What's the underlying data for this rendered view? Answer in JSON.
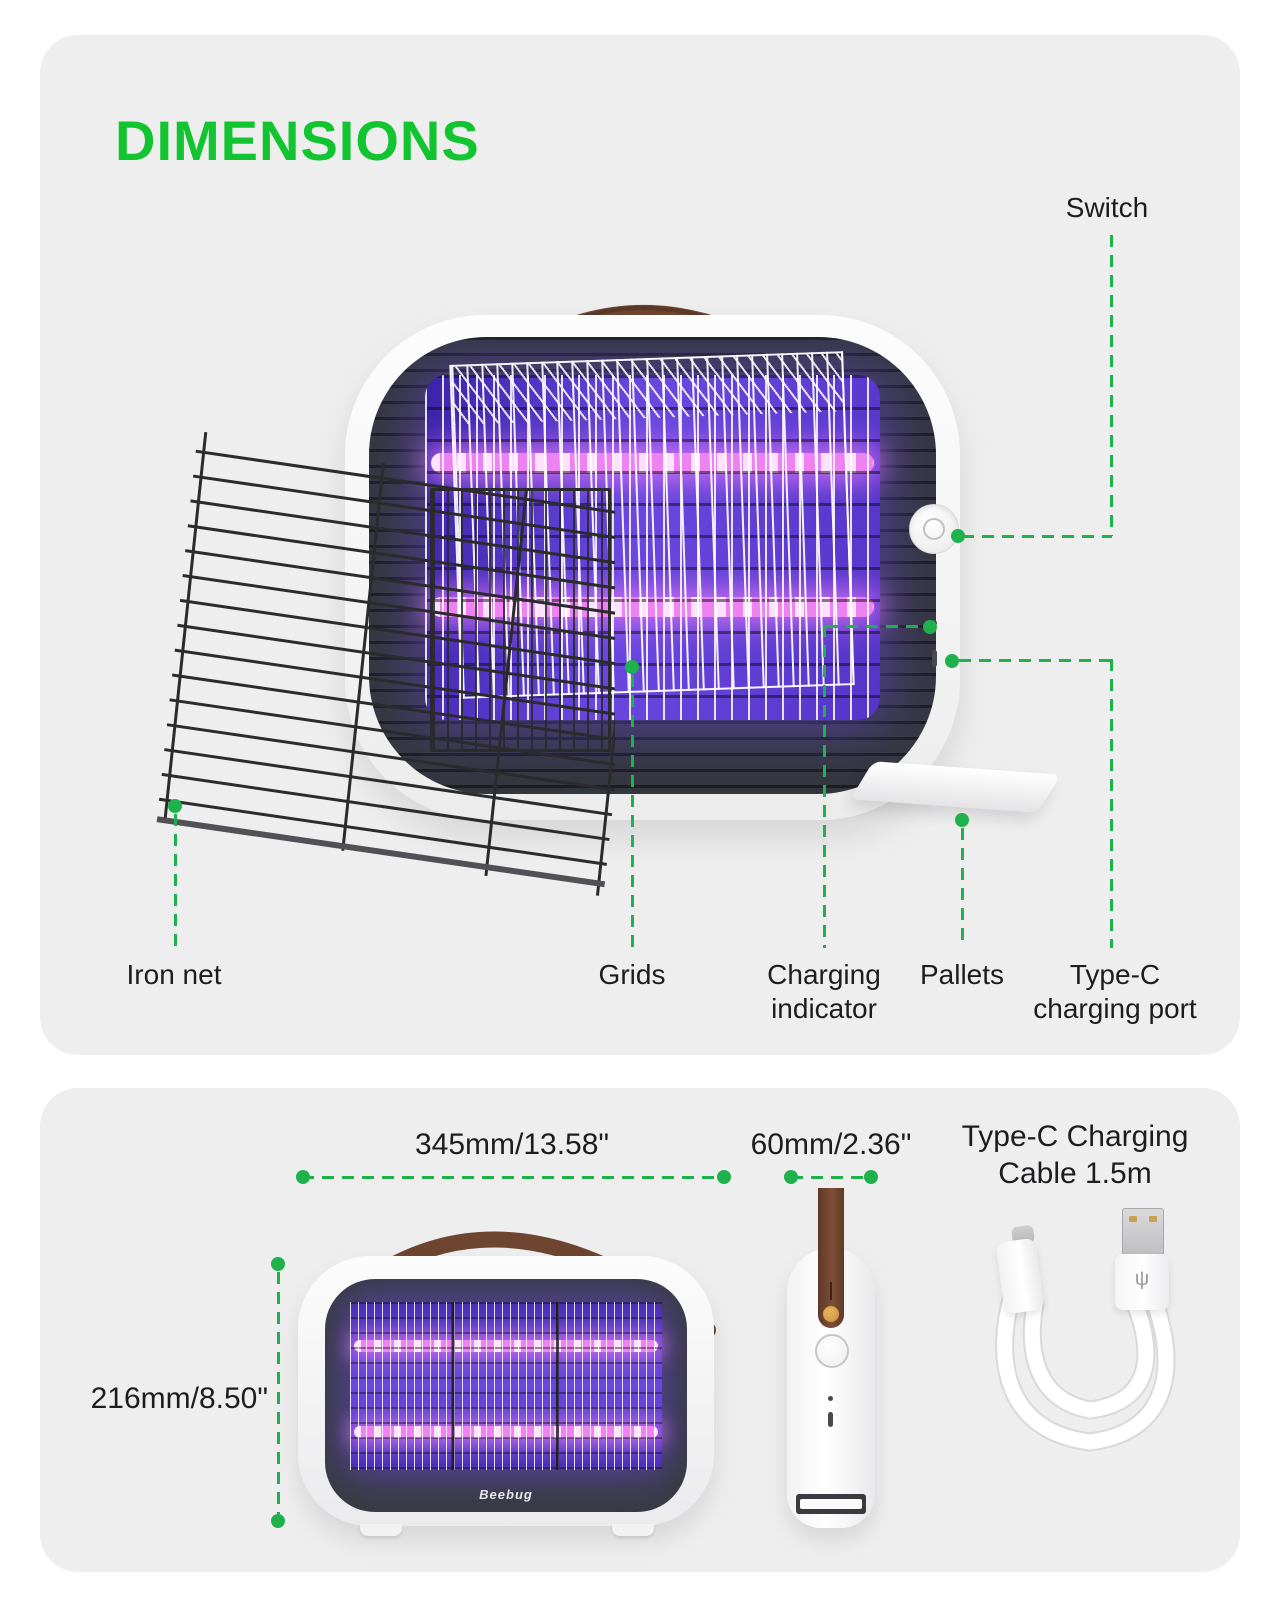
{
  "colors": {
    "accent_green": "#12c430",
    "connector_green": "#1fb14b",
    "panel_bg": "#eeeeef",
    "text_dark": "#1d1d1f",
    "uv_purple": "#6a48e0",
    "led_pink": "#ee82f2",
    "handle_brown": "#6e4530",
    "frame_dark": "#34373d"
  },
  "top_panel": {
    "title": "DIMENSIONS",
    "callouts": {
      "switch": "Switch",
      "iron_net": "Iron net",
      "grids": "Grids",
      "charging_indicator": "Charging indicator",
      "pallets": "Pallets",
      "type_c_port": "Type-C charging port"
    }
  },
  "bottom_panel": {
    "width_dim": "345mm/13.58\"",
    "depth_dim": "60mm/2.36\"",
    "cable_label": "Type-C Charging Cable 1.5m",
    "height_dim": "216mm/8.50\"",
    "brand_logo": "Beebug"
  }
}
